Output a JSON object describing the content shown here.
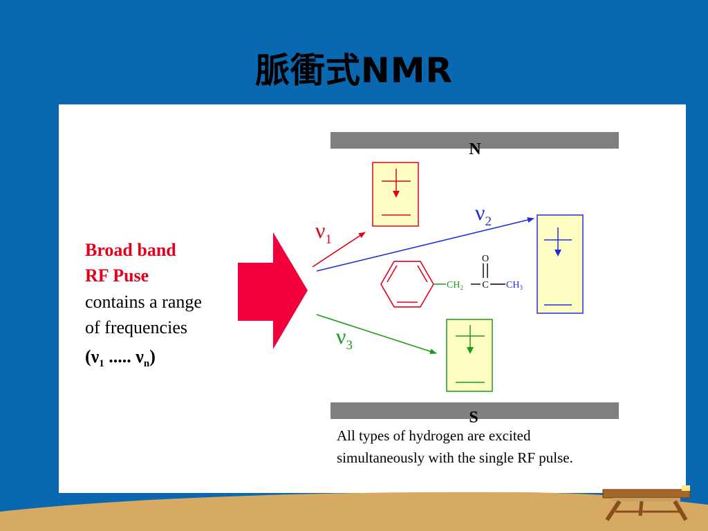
{
  "slide": {
    "title": "脈衝式NMR"
  },
  "left_text": {
    "line1": "Broad band",
    "line2": "RF Puse",
    "line3": "contains a range",
    "line4": "of frequencies",
    "nu_start": "ν",
    "nu_start_sub": "1",
    "dots": " ..... ",
    "nu_end": "ν",
    "nu_end_sub": "n"
  },
  "magnet": {
    "north_label": "N",
    "south_label": "S"
  },
  "frequencies": {
    "nu1": "ν",
    "nu1_sub": "1",
    "nu2": "ν",
    "nu2_sub": "2",
    "nu3": "ν",
    "nu3_sub": "3"
  },
  "molecule": {
    "oxygen": "O",
    "ch2": "CH",
    "ch2_sub": "2",
    "carbon": "C",
    "ch3": "CH",
    "ch3_sub": "3"
  },
  "caption": {
    "line1": "All types of hydrogen are excited",
    "line2": "simultaneously with the single RF pulse."
  },
  "colors": {
    "background": "#0a68b1",
    "red": "#e3001b",
    "blue": "#1d2fd6",
    "green": "#1a9a1a",
    "magnet_gray": "#808080",
    "box_fill": "#ffffc4",
    "floor": "#d6aa62"
  }
}
